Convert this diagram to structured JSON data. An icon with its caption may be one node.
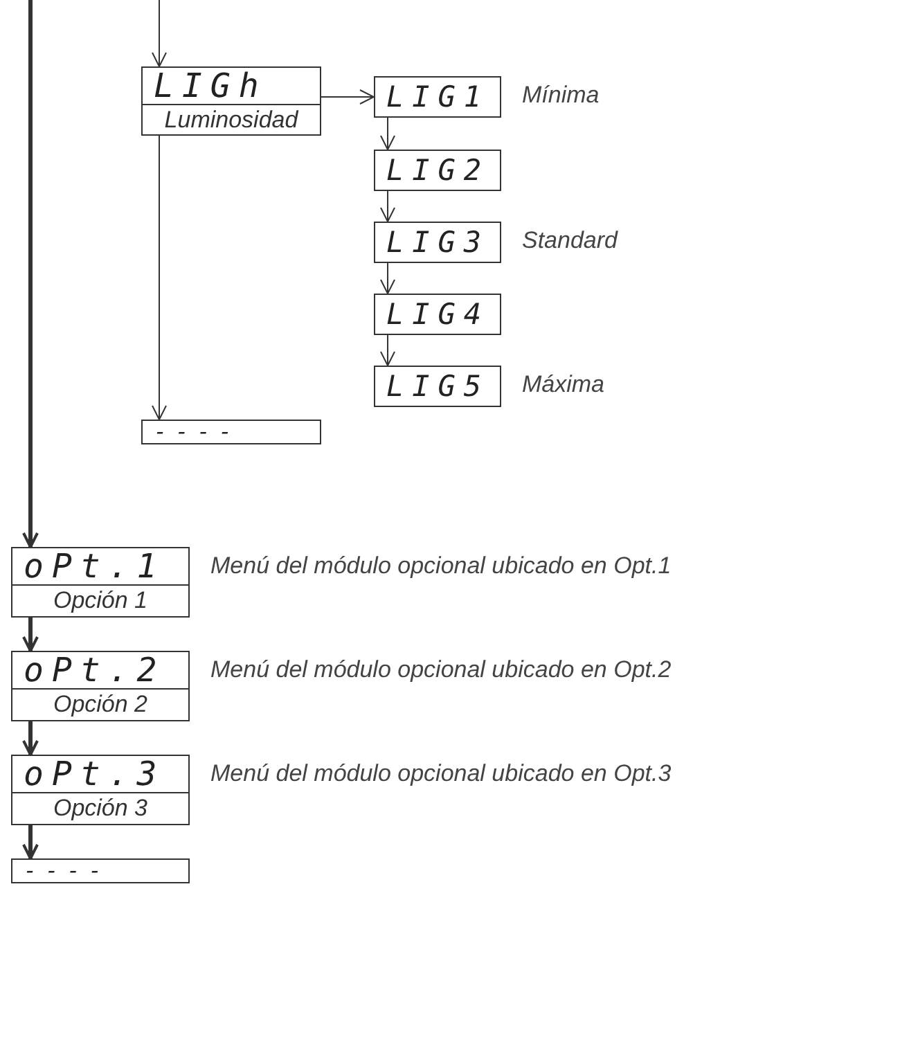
{
  "diagram": {
    "nodes": [
      {
        "text": [
          "LIGh",
          "Luminosidad"
        ]
      },
      {
        "text": [
          "LIG1"
        ],
        "beside": [
          "Mínima"
        ]
      },
      {
        "text": [
          "LIG2"
        ]
      },
      {
        "text": [
          "LIG3"
        ],
        "beside": [
          "Standard"
        ]
      },
      {
        "text": [
          "LIG4"
        ]
      },
      {
        "text": [
          "LIG5"
        ],
        "beside": [
          "Máxima"
        ]
      },
      {
        "text": [
          "----"
        ]
      },
      {
        "text": [
          "oPt.1",
          "Opción 1"
        ],
        "beside": [
          "Menú del módulo opcional ubicado en Opt.1"
        ]
      },
      {
        "text": [
          "oPt.2",
          "Opción 2"
        ],
        "beside": [
          "Menú del módulo opcional ubicado en Opt.2"
        ]
      },
      {
        "text": [
          "oPt.3",
          "Opción 3"
        ],
        "beside": [
          "Menú del módulo opcional ubicado en Opt.3"
        ]
      },
      {
        "text": [
          "----"
        ]
      }
    ],
    "edges": [
      {
        "from": null,
        "to": 0,
        "arrow": "to"
      },
      {
        "from": 0,
        "to": 1,
        "arrow": "to"
      },
      {
        "from": 1,
        "to": 2,
        "arrow": "to"
      },
      {
        "from": 2,
        "to": 3,
        "arrow": "to"
      },
      {
        "from": 3,
        "to": 4,
        "arrow": "to"
      },
      {
        "from": 4,
        "to": 5,
        "arrow": "to"
      },
      {
        "from": 0,
        "to": 6,
        "arrow": "to"
      },
      {
        "from": null,
        "to": 7,
        "arrow": "to",
        "style": "thick"
      },
      {
        "from": 7,
        "to": 8,
        "arrow": "to",
        "style": "thick"
      },
      {
        "from": 8,
        "to": 9,
        "arrow": "to",
        "style": "thick"
      },
      {
        "from": 9,
        "to": 10,
        "arrow": "to",
        "style": "thick"
      }
    ]
  }
}
